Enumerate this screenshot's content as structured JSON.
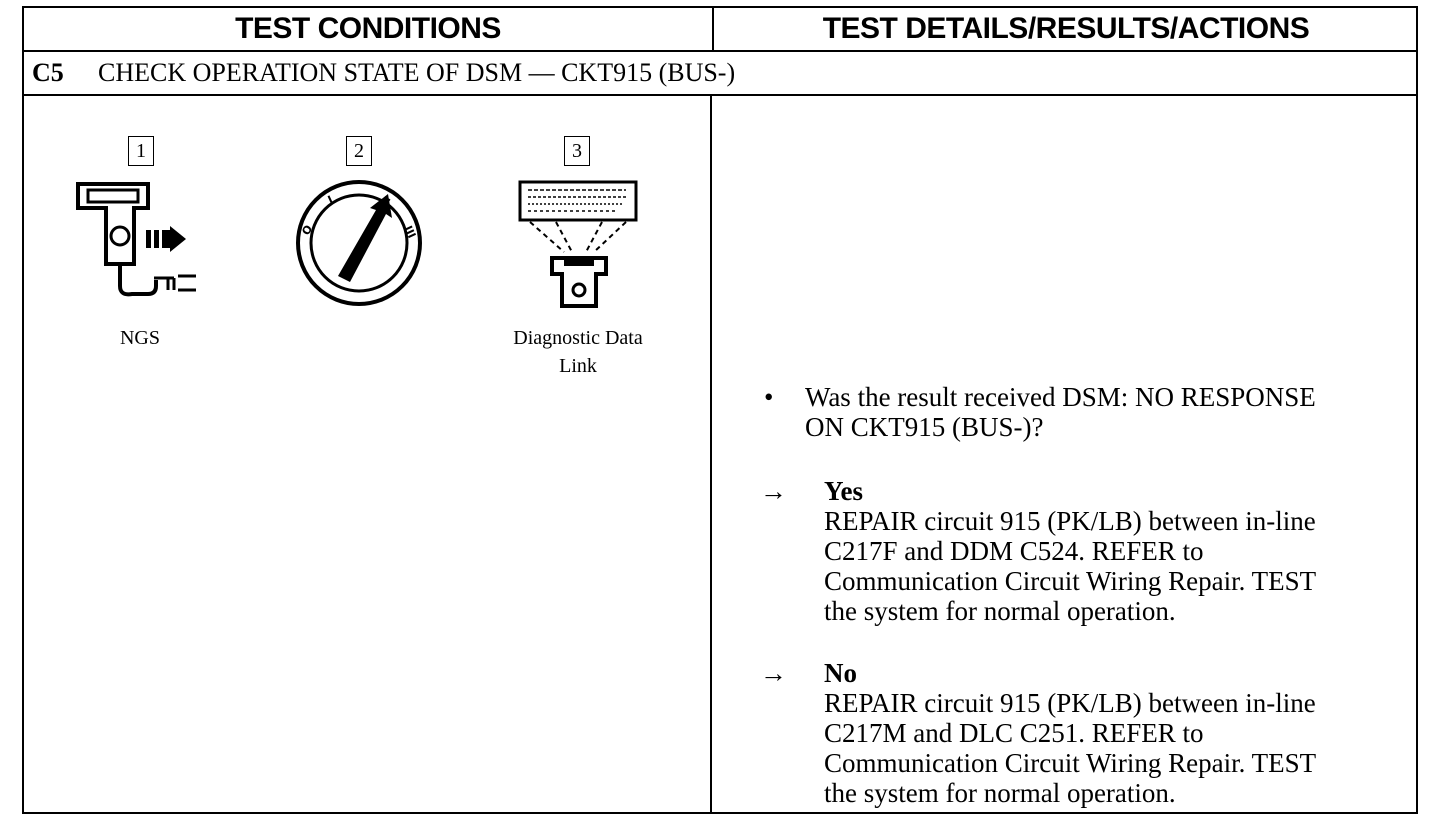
{
  "header": {
    "left": "TEST CONDITIONS",
    "right": "TEST DETAILS/RESULTS/ACTIONS"
  },
  "step": {
    "id": "C5",
    "title": "CHECK OPERATION STATE OF DSM — CKT915 (BUS-)"
  },
  "conditions": [
    {
      "number": "1",
      "icon": "ngs-tester-icon",
      "caption": "NGS"
    },
    {
      "number": "2",
      "icon": "ignition-switch-icon",
      "caption": "",
      "switch_labels": [
        "O",
        "I",
        "II",
        "III"
      ]
    },
    {
      "number": "3",
      "icon": "diagnostic-data-link-icon",
      "caption_line1": "Diagnostic Data",
      "caption_line2": "Link"
    }
  ],
  "question": {
    "bullet": "•",
    "line1": "Was the result received DSM: NO RESPONSE",
    "line2": "ON CKT915 (BUS-)?"
  },
  "answers": [
    {
      "arrow": "→",
      "title": "Yes",
      "lines": [
        "REPAIR circuit 915 (PK/LB) between in-line",
        "C217F and DDM C524. REFER to",
        "Communication Circuit Wiring Repair. TEST",
        "the system for normal operation."
      ]
    },
    {
      "arrow": "→",
      "title": "No",
      "lines": [
        "REPAIR circuit 915 (PK/LB) between in-line",
        "C217M and DLC C251. REFER to",
        "Communication Circuit Wiring Repair. TEST",
        "the system for normal operation."
      ]
    }
  ]
}
